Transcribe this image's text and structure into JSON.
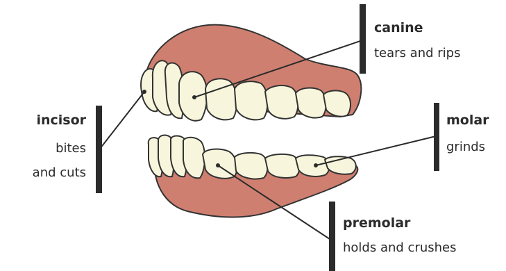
{
  "labels": {
    "canine": {
      "term": "canine",
      "desc": "tears and rips"
    },
    "incisor": {
      "term": "incisor",
      "desc_line1": "bites",
      "desc_line2": "and cuts"
    },
    "molar": {
      "term": "molar",
      "desc": "grinds"
    },
    "premolar": {
      "term": "premolar",
      "desc": "holds and crushes"
    }
  },
  "colors": {
    "gum": "#cf7f70",
    "gum_outline": "#333333",
    "tooth": "#f7f6dc",
    "line": "#2b2b2b",
    "text": "#2b2b2b"
  }
}
